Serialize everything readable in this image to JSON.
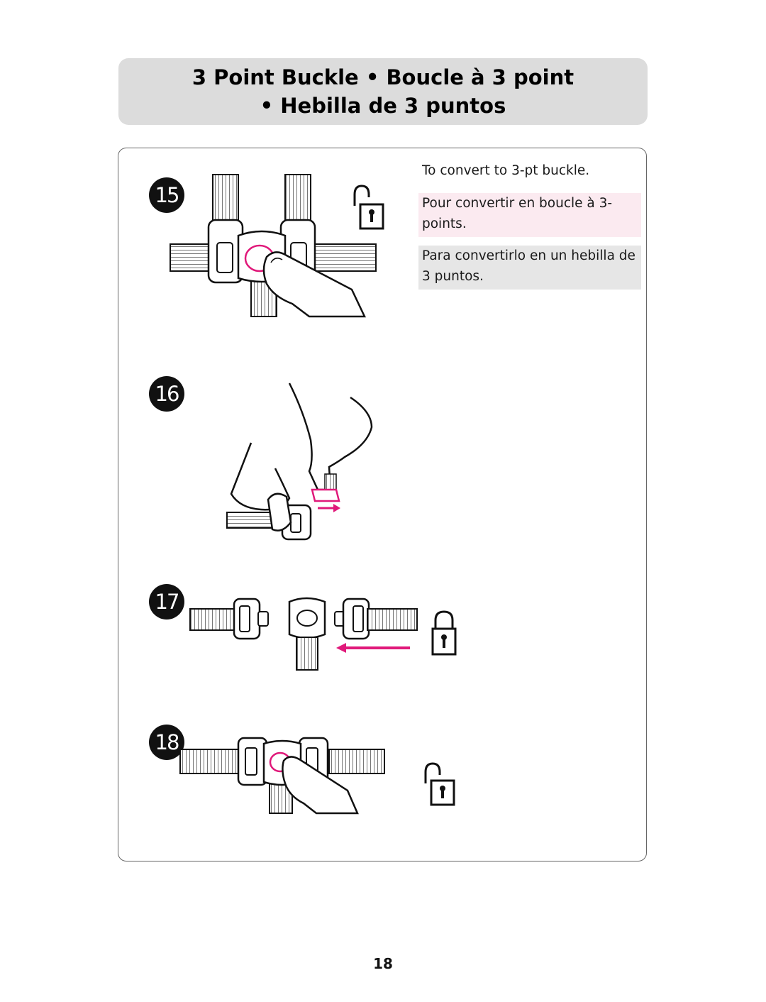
{
  "title": {
    "line1": "3 Point Buckle  •  Boucle à 3 point",
    "line2": "•  Hebilla de 3 puntos"
  },
  "steps": [
    {
      "number": "15"
    },
    {
      "number": "16"
    },
    {
      "number": "17"
    },
    {
      "number": "18"
    }
  ],
  "instructions": {
    "en": "To convert to 3-pt buckle.",
    "fr": "Pour convertir en boucle à 3-points.",
    "es": "Para convertirlo en un hebilla de 3 puntos."
  },
  "colors": {
    "accent": "#e0197a",
    "title_bg": "#dcdcdc",
    "french_bg": "#fbeaf0",
    "spanish_bg": "#e6e6e6"
  },
  "icons": [
    "unlocked-padlock-icon",
    "locked-padlock-icon",
    "unlocked-padlock-icon"
  ],
  "page_number": "18"
}
